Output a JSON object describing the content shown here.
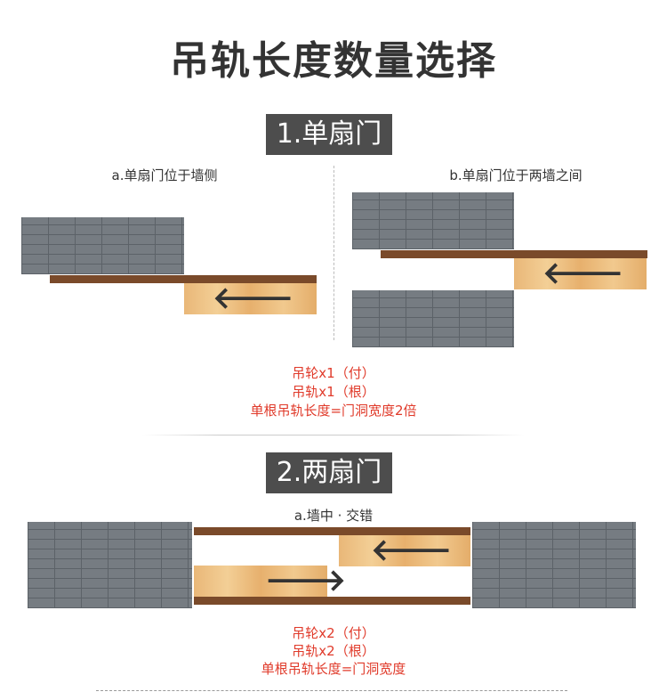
{
  "title": "吊轨长度数量选择",
  "section1": {
    "heading": "1.单扇门",
    "case_a": "a.单扇门位于墙侧",
    "case_b": "b.单扇门位于两墙之间",
    "notes": [
      "吊轮x1（付）",
      "吊轨x1（根）",
      "单根吊轨长度=门洞宽度2倍"
    ]
  },
  "section2": {
    "heading": "2.两扇门",
    "case_a": "a.墙中 · 交错",
    "notes": [
      "吊轮x2（付）",
      "吊轨x2（根）",
      "单根吊轨长度=门洞宽度"
    ]
  },
  "arrows": {
    "left": "🡐",
    "right": "🡒"
  },
  "colors": {
    "accent_red": "#e03a2a",
    "heading_bg": "#4d4d4d",
    "rail": "#7a4a2a",
    "wall": "#767c82"
  }
}
